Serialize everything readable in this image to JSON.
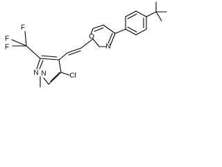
{
  "molecule": {
    "atom_labels": {
      "f1": "F",
      "f2": "F",
      "f3": "F",
      "n_pz1": "N",
      "n_pz2": "N",
      "cl": "Cl",
      "o_ox": "O",
      "n_ox": "N"
    }
  },
  "colors": {
    "bond": "#000000",
    "label": "#000000",
    "background": "#ffffff"
  }
}
